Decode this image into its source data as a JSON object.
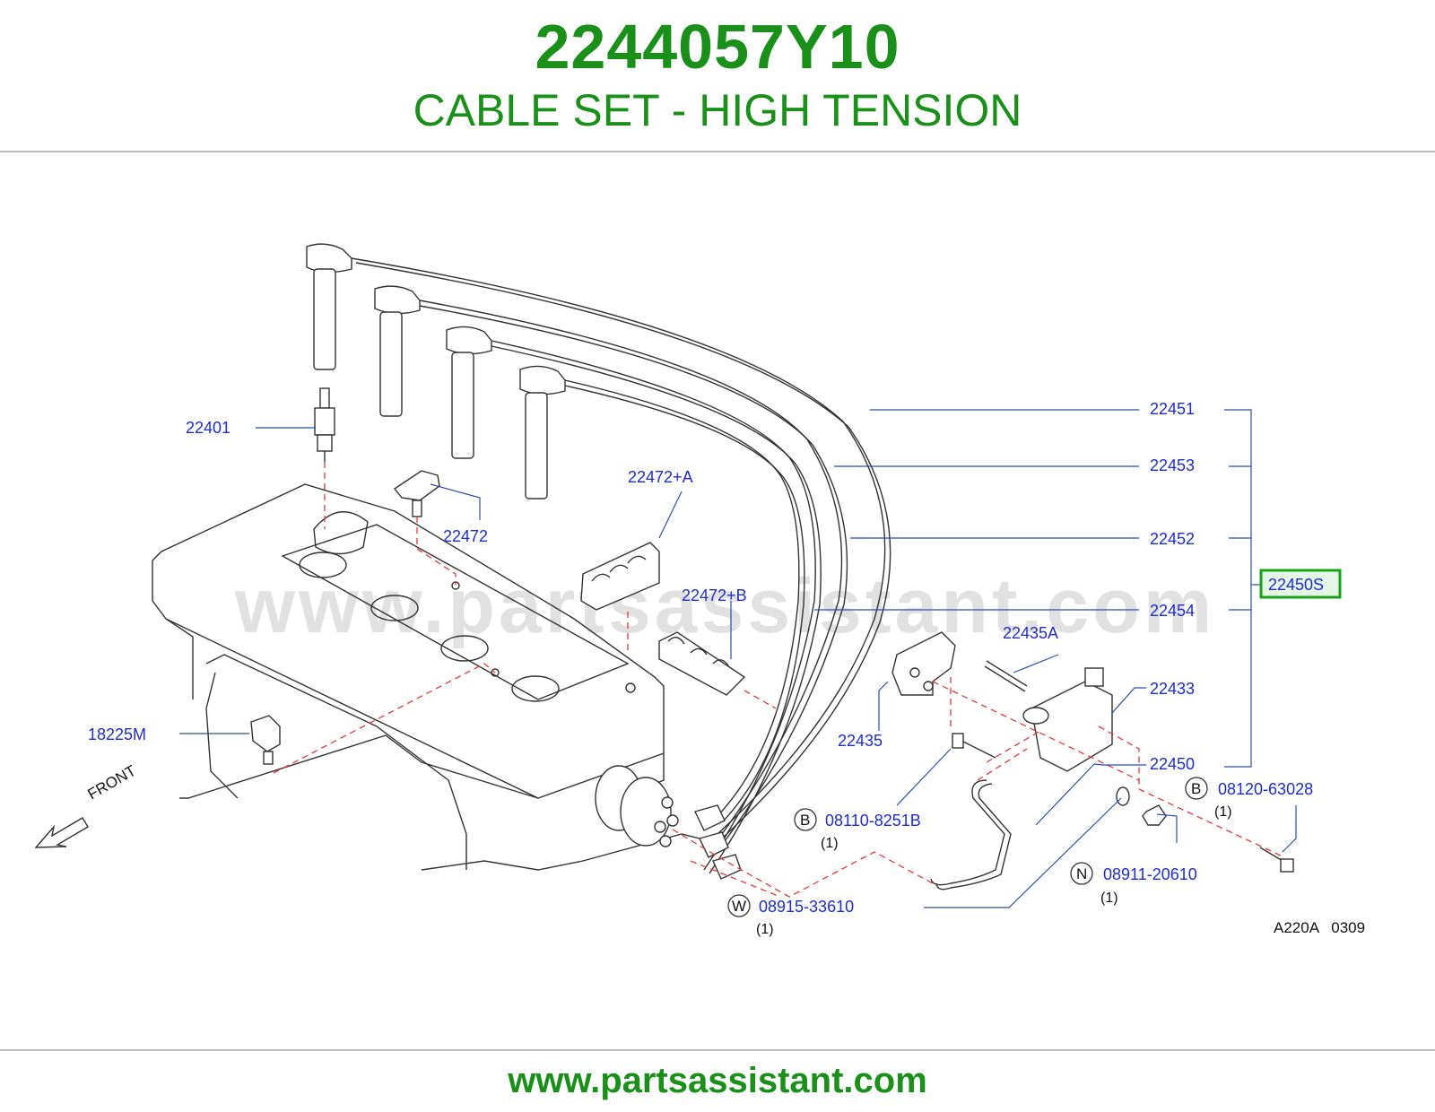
{
  "header": {
    "part_number": "2244057Y10",
    "part_name": "CABLE SET - HIGH TENSION"
  },
  "watermark": "www.partsassistant.com",
  "footer": {
    "url": "www.partsassistant.com"
  },
  "diagram": {
    "callouts": {
      "c22401": "22401",
      "c22472": "22472",
      "c22472a": "22472+A",
      "c22472b": "22472+B",
      "c18225m": "18225M",
      "c22451": "22451",
      "c22453": "22453",
      "c22452": "22452",
      "c22454": "22454",
      "c22450s": "22450S",
      "c22435a": "22435A",
      "c22433": "22433",
      "c22435": "22435",
      "c22450": "22450"
    },
    "hardware": [
      {
        "letter": "B",
        "number": "08110-8251B",
        "qty": "(1)"
      },
      {
        "letter": "W",
        "number": "08915-33610",
        "qty": "(1)"
      },
      {
        "letter": "N",
        "number": "08911-20610",
        "qty": "(1)"
      },
      {
        "letter": "B",
        "number": "08120-63028",
        "qty": "(1)"
      }
    ],
    "front_label": "FRONT",
    "diagram_code": "A220A   0309",
    "highlight_color": "#1aa31a",
    "label_color": "#1f2bd1"
  }
}
